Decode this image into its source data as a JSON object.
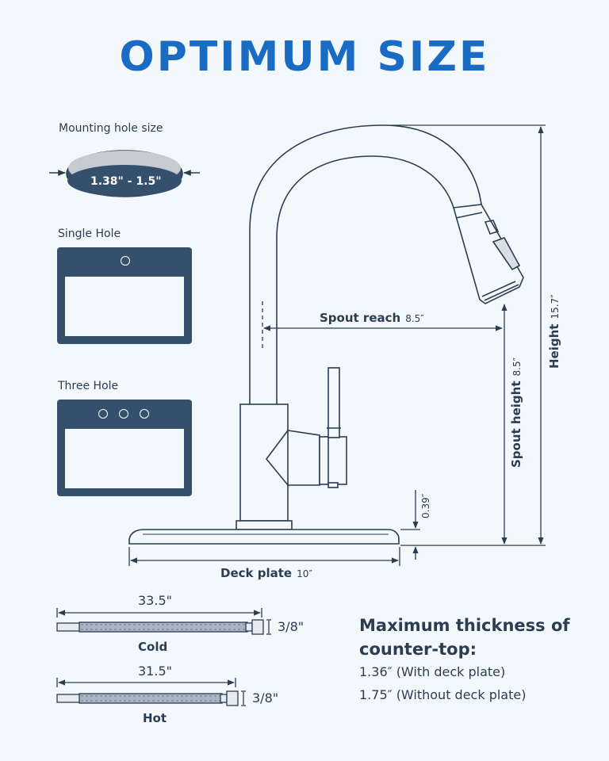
{
  "title": "OPTIMUM SIZE",
  "mounting_hole": {
    "label": "Mounting hole size",
    "range": "1.38\" - 1.5\""
  },
  "single_hole": {
    "label": "Single Hole"
  },
  "three_hole": {
    "label": "Three Hole"
  },
  "dimensions": {
    "spout_reach": {
      "name": "Spout reach",
      "value": "8.5″"
    },
    "height": {
      "name": "Height",
      "value": "15.7″"
    },
    "spout_height": {
      "name": "Spout height",
      "value": "8.5″"
    },
    "deck_plate": {
      "name": "Deck plate",
      "value": "10″"
    },
    "deck_thickness": {
      "value": "0.39″"
    }
  },
  "hoses": {
    "cold": {
      "label": "Cold",
      "length": "33.5\"",
      "fitting": "3/8\""
    },
    "hot": {
      "label": "Hot",
      "length": "31.5\"",
      "fitting": "3/8\""
    }
  },
  "counter_top": {
    "heading_line1": "Maximum thickness of",
    "heading_line2": "counter-top:",
    "with_plate": "1.36″ (With deck plate)",
    "without_plate": "1.75″ (Without deck plate)"
  },
  "colors": {
    "title": "#1a6bc4",
    "ink": "#2b3d52",
    "sink": "#35506d",
    "background": "#f3f8fc"
  }
}
